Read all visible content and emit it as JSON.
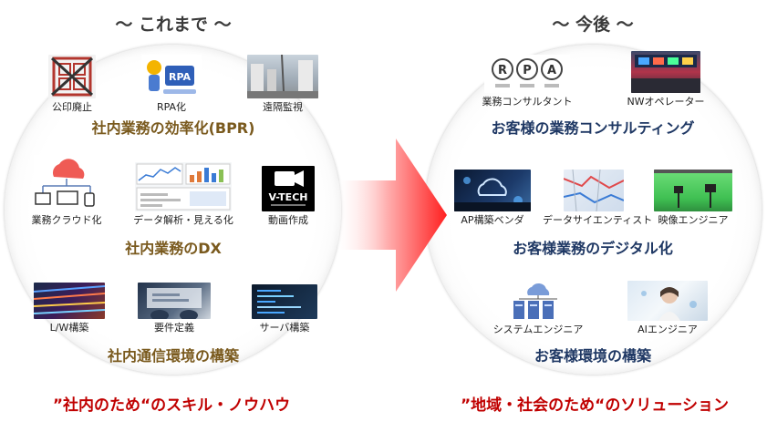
{
  "left": {
    "title": "～ これまで ～",
    "row1": {
      "items": [
        {
          "caption": "公印廃止",
          "icon": "seal-stamp-icon"
        },
        {
          "caption": "RPA化",
          "icon": "rpa-robot-icon",
          "logo_text": "RPA"
        },
        {
          "caption": "遠隔監視",
          "icon": "remote-monitoring-photo"
        }
      ],
      "heading": "社内業務の効率化(BPR)"
    },
    "row2": {
      "items": [
        {
          "caption": "業務クラウド化",
          "icon": "cloud-network-icon"
        },
        {
          "caption": "データ解析・見える化",
          "icon": "data-dashboard-icon"
        },
        {
          "caption": "動画作成",
          "icon": "video-camera-icon",
          "logo_text": "V-TECH"
        }
      ],
      "heading": "社内業務のDX"
    },
    "row3": {
      "items": [
        {
          "caption": "L/W構築",
          "icon": "network-cables-photo"
        },
        {
          "caption": "要件定義",
          "icon": "requirements-meeting-photo"
        },
        {
          "caption": "サーバ構築",
          "icon": "server-code-photo"
        }
      ],
      "heading": "社内通信環境の構築"
    },
    "footer": "”社内のため“のスキル・ノウハウ"
  },
  "right": {
    "title": "～ 今後 ～",
    "row1": {
      "items": [
        {
          "caption": "業務コンサルタント",
          "icon": "rpa-circles-icon",
          "logo_letters": [
            "R",
            "P",
            "A"
          ]
        },
        {
          "caption": "NWオペレーター",
          "icon": "network-operation-photo"
        }
      ],
      "heading": "お客様の業務コンサルティング"
    },
    "row2": {
      "items": [
        {
          "caption": "AP構築ベンダ",
          "icon": "cloud-application-photo"
        },
        {
          "caption": "データサイエンティスト",
          "icon": "map-data-photo"
        },
        {
          "caption": "映像エンジニア",
          "icon": "green-screen-studio-photo"
        }
      ],
      "heading": "お客様業務のデジタル化"
    },
    "row3": {
      "items": [
        {
          "caption": "システムエンジニア",
          "icon": "cloud-servers-icon"
        },
        {
          "caption": "AIエンジニア",
          "icon": "ai-engineer-photo"
        }
      ],
      "heading": "お客様環境の構築"
    },
    "footer": "”地域・社会のため“のソリューション"
  },
  "colors": {
    "left_heading": "#7a5a1e",
    "right_heading": "#1f3864",
    "footer": "#c00000",
    "arrow": "#ff2a2a"
  }
}
